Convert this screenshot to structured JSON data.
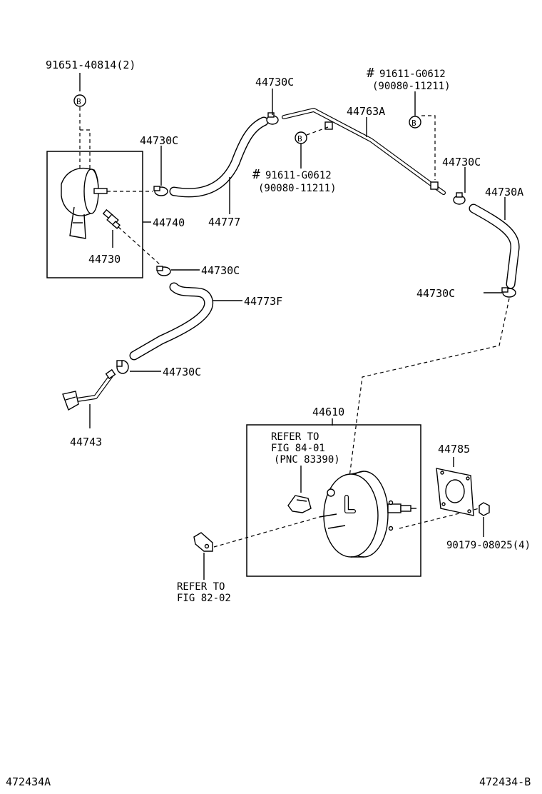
{
  "callouts": {
    "bolt_91651": "91651-40814(2)",
    "clamp_top_center": "44730C",
    "hash_top": "#",
    "bolt_top_right_1": "91611-G0612",
    "bolt_top_right_2": "(90080-11211)",
    "pipe_44763a": "44763A",
    "clamp_left_upper": "44730C",
    "hash_mid": "#",
    "bolt_mid_1": "91611-G0612",
    "bolt_mid_2": "(90080-11211)",
    "clamp_right_upper": "44730C",
    "hose_44730a": "44730A",
    "tank_44740": "44740",
    "hose_44777": "44777",
    "check_valve_44730": "44730",
    "clamp_mid_left": "44730C",
    "hose_44773f": "44773F",
    "clamp_right_lower": "44730C",
    "clamp_bottom_left": "44730C",
    "union_44743": "44743",
    "booster_44610": "44610",
    "refer_1": "REFER TO",
    "refer_2": "FIG 84-01",
    "refer_3": "(PNC 83390)",
    "gasket_44785": "44785",
    "nut_90179": "90179-08025(4)",
    "refer_b1": "REFER TO",
    "refer_b2": "FIG 82-02",
    "bolt_marker": "B"
  },
  "footer": {
    "left_code": "472434A",
    "right_code": "472434-B"
  }
}
